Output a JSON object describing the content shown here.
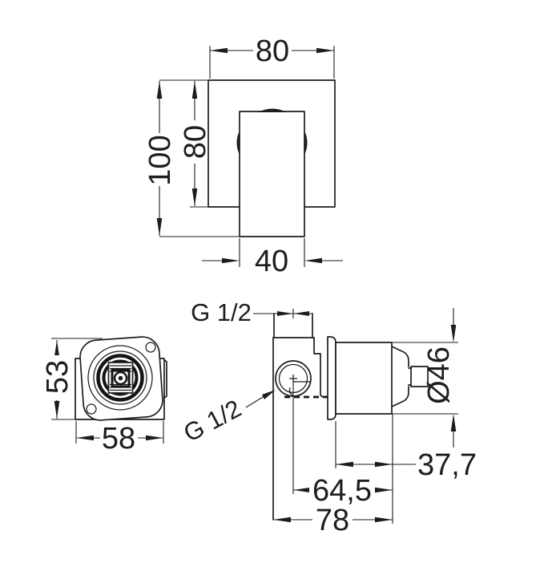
{
  "drawing": {
    "colors": {
      "line": "#1d1d1d",
      "background": "#ffffff"
    },
    "top_view": {
      "plate_width": "80",
      "overall_height": "100",
      "plate_height": "80",
      "handle_width": "40"
    },
    "front_view": {
      "body_height": "53",
      "body_width": "58"
    },
    "side_view": {
      "top_port_thread": "G 1/2",
      "side_port_thread": "G 1/2",
      "trim_diameter": "Ø46",
      "cartridge_depth": "37,7",
      "port_center_depth": "64,5",
      "total_depth": "78"
    }
  }
}
